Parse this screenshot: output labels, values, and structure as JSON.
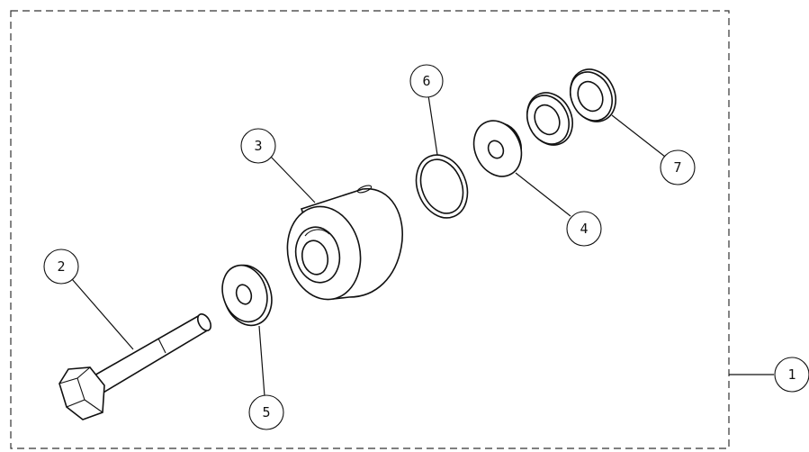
{
  "diagram": {
    "type": "exploded-assembly",
    "callouts": [
      {
        "id": "1",
        "label": "1"
      },
      {
        "id": "2",
        "label": "2"
      },
      {
        "id": "3",
        "label": "3"
      },
      {
        "id": "4",
        "label": "4"
      },
      {
        "id": "5",
        "label": "5"
      },
      {
        "id": "6",
        "label": "6"
      },
      {
        "id": "7",
        "label": "7"
      }
    ]
  }
}
